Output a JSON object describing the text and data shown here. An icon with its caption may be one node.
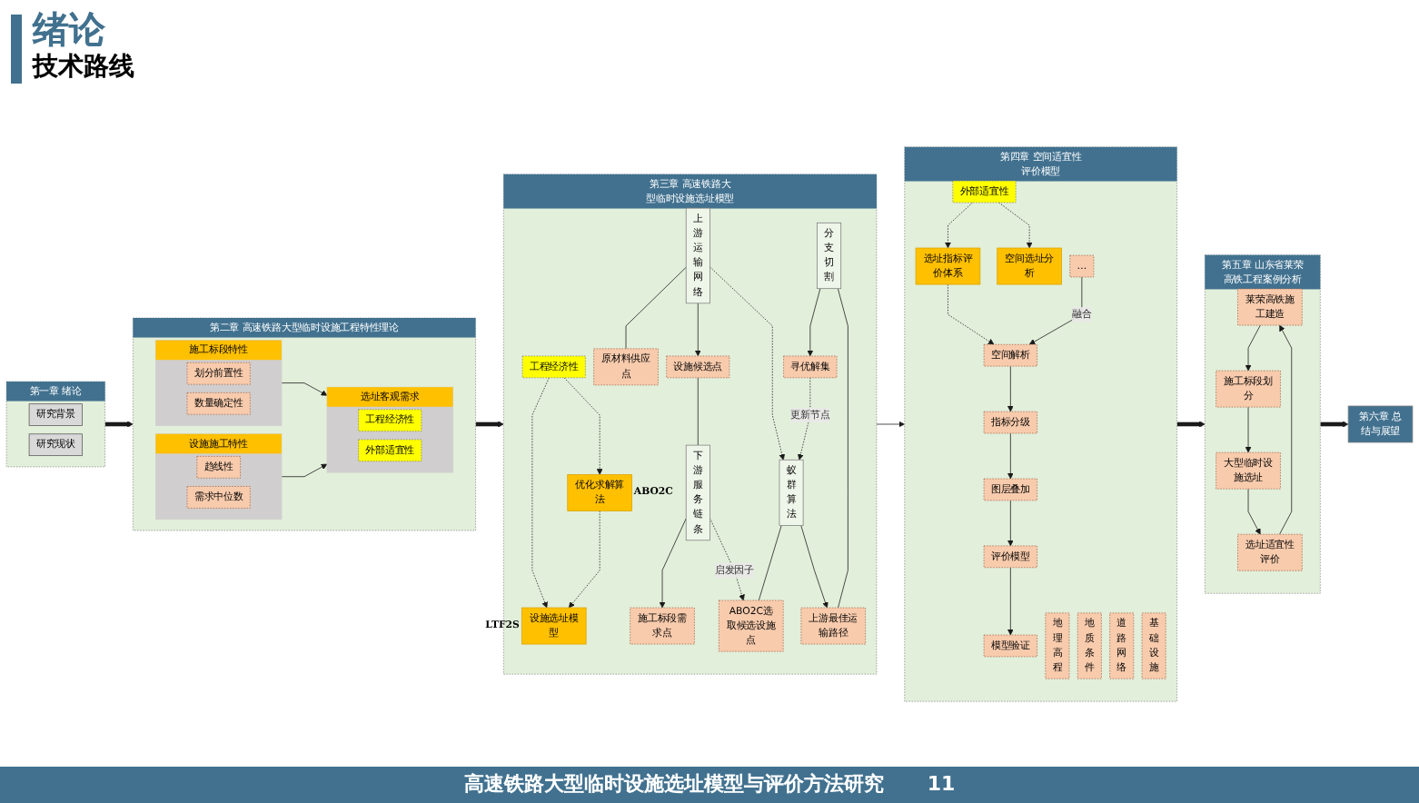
{
  "diagram": {
    "title": "绪论",
    "caption": "高速铁路大型临时设施选址模型与评价方法研究",
    "nodes": [
      {
        "text": [
          "第一章 绪论"
        ]
      },
      {
        "text": [
          "研究背景"
        ],
        "in": 0
      },
      {
        "text": [
          "研究现状"
        ],
        "in": 0
      },
      {
        "text": [
          "第二章 高速铁路大型临时设施工程特性理论"
        ]
      },
      {
        "text": [
          "施工标段特性"
        ],
        "in": 3
      },
      {
        "text": [
          "划分前置性"
        ],
        "in": 4
      },
      {
        "text": [
          "数量确定性"
        ],
        "in": 4
      },
      {
        "text": [
          "选址客观需求"
        ],
        "in": 3
      },
      {
        "text": [
          "工程经济性"
        ],
        "in": 7
      },
      {
        "text": [
          "外部适宜性"
        ],
        "in": 7
      },
      {
        "text": [
          "设施施工特性"
        ],
        "in": 3
      },
      {
        "text": [
          "趋线性"
        ],
        "in": 10
      },
      {
        "text": [
          "需求中位数"
        ],
        "in": 10
      },
      {
        "text": [
          "第三章 高速铁路大型临时设施选址模型"
        ]
      },
      {
        "text": [
          "工程经济性"
        ],
        "in": 13
      },
      {
        "text": [
          "设施选址模型"
        ],
        "in": 13,
        "beside": [
          "LTF2S"
        ]
      },
      {
        "text": [
          "优化求解算法"
        ],
        "in": 13,
        "beside": [
          "ABO2C"
        ]
      },
      {
        "text": [
          "上游运输网络"
        ],
        "in": 13
      },
      {
        "text": [
          "原材料供应点"
        ],
        "in": 13
      },
      {
        "text": [
          "设施候选点"
        ],
        "in": 13
      },
      {
        "text": [
          "施工标段需求点"
        ],
        "in": 13
      },
      {
        "text": [
          "下游服务链条"
        ],
        "in": 13
      },
      {
        "text": [
          "蚁群算法"
        ],
        "in": 13
      },
      {
        "text": [
          "ABO2C选取候选设施点"
        ],
        "in": 13
      },
      {
        "text": [
          "上游最佳运输路径"
        ],
        "in": 13
      },
      {
        "text": [
          "寻优解集"
        ],
        "in": 13
      },
      {
        "text": [
          "分支切割"
        ],
        "in": 13
      },
      {
        "text": [
          "第四章 空间适宜性评价模型"
        ]
      },
      {
        "text": [
          "外部适宜性"
        ],
        "in": 27
      },
      {
        "text": [
          "选址指标评价体系"
        ],
        "in": 27
      },
      {
        "text": [
          "空间选址分析"
        ],
        "in": 27
      },
      {
        "text": [
          "地理高程"
        ],
        "in": 27
      },
      {
        "text": [
          "地质条件"
        ],
        "in": 27
      },
      {
        "text": [
          "道路网络"
        ],
        "in": 27
      },
      {
        "text": [
          "基础设施"
        ],
        "in": 27
      },
      {
        "text": [
          "…"
        ],
        "in": 27
      },
      {
        "text": [
          "空间解析"
        ],
        "in": 27
      },
      {
        "text": [
          "指标分级"
        ],
        "in": 27
      },
      {
        "text": [
          "图层叠加"
        ],
        "in": 27
      },
      {
        "text": [
          "评价模型"
        ],
        "in": 27
      },
      {
        "text": [
          "模型验证"
        ],
        "in": 27
      },
      {
        "text": [
          "第五章 山东省莱荣高铁工程案例分析"
        ]
      },
      {
        "text": [
          "莱荣高铁施工建造"
        ],
        "in": 41
      },
      {
        "text": [
          "施工标段划分"
        ],
        "in": 41
      },
      {
        "text": [
          "大型临时设施选址"
        ],
        "in": 41
      },
      {
        "text": [
          "选址适宜性评价"
        ],
        "in": 41
      },
      {
        "text": [
          "第六章 总结与展望"
        ]
      }
    ],
    "edges": [
      {
        "from": 0,
        "to": 3,
        "arrow": "to",
        "style": "thick"
      },
      {
        "from": 4,
        "to": 7,
        "arrow": "to"
      },
      {
        "from": 10,
        "to": 7,
        "arrow": "to"
      },
      {
        "from": 3,
        "to": 13,
        "arrow": "to",
        "style": "thick"
      },
      {
        "from": 14,
        "to": 15,
        "arrow": "to",
        "style": "dashed"
      },
      {
        "from": 14,
        "to": 16,
        "arrow": "to",
        "style": "dashed"
      },
      {
        "from": 16,
        "to": 15,
        "arrow": "to",
        "style": "dashed"
      },
      {
        "from": 17,
        "to": 18,
        "arrow": "none"
      },
      {
        "from": 17,
        "to": 19,
        "arrow": "to"
      },
      {
        "from": 19,
        "to": 21,
        "arrow": "none"
      },
      {
        "from": 21,
        "to": 20,
        "arrow": "to"
      },
      {
        "from": 17,
        "to": 22,
        "arrow": "to",
        "style": "dashed"
      },
      {
        "from": 21,
        "to": 23,
        "arrow": "to",
        "style": "dashed",
        "label": "启发因子"
      },
      {
        "from": 22,
        "to": 23,
        "arrow": "none"
      },
      {
        "from": 22,
        "to": 24,
        "arrow": "to"
      },
      {
        "from": 26,
        "to": 24,
        "arrow": "none"
      },
      {
        "from": 26,
        "to": 25,
        "arrow": "to"
      },
      {
        "from": 25,
        "to": 22,
        "arrow": "to",
        "style": "dashed",
        "label": "更新节点"
      },
      {
        "from": 13,
        "to": 27,
        "arrow": "to"
      },
      {
        "from": 28,
        "to": 29,
        "arrow": "to",
        "style": "dashed"
      },
      {
        "from": 28,
        "to": 30,
        "arrow": "to",
        "style": "dashed"
      },
      {
        "from": 29,
        "to": 36,
        "arrow": "to",
        "style": "dashed"
      },
      {
        "from": 35,
        "to": 36,
        "arrow": "to",
        "label": "融合"
      },
      {
        "from": 36,
        "to": 37,
        "arrow": "to"
      },
      {
        "from": 37,
        "to": 38,
        "arrow": "to"
      },
      {
        "from": 38,
        "to": 39,
        "arrow": "to"
      },
      {
        "from": 39,
        "to": 40,
        "arrow": "to"
      },
      {
        "from": 27,
        "to": 41,
        "arrow": "to",
        "style": "thick"
      },
      {
        "from": 42,
        "to": 43,
        "arrow": "to"
      },
      {
        "from": 43,
        "to": 44,
        "arrow": "to"
      },
      {
        "from": 44,
        "to": 45,
        "arrow": "to"
      },
      {
        "from": 45,
        "to": 42,
        "arrow": "to"
      },
      {
        "from": 41,
        "to": 46,
        "arrow": "to",
        "style": "thick"
      }
    ],
    "labels": [
      "技术路线",
      "11"
    ]
  }
}
